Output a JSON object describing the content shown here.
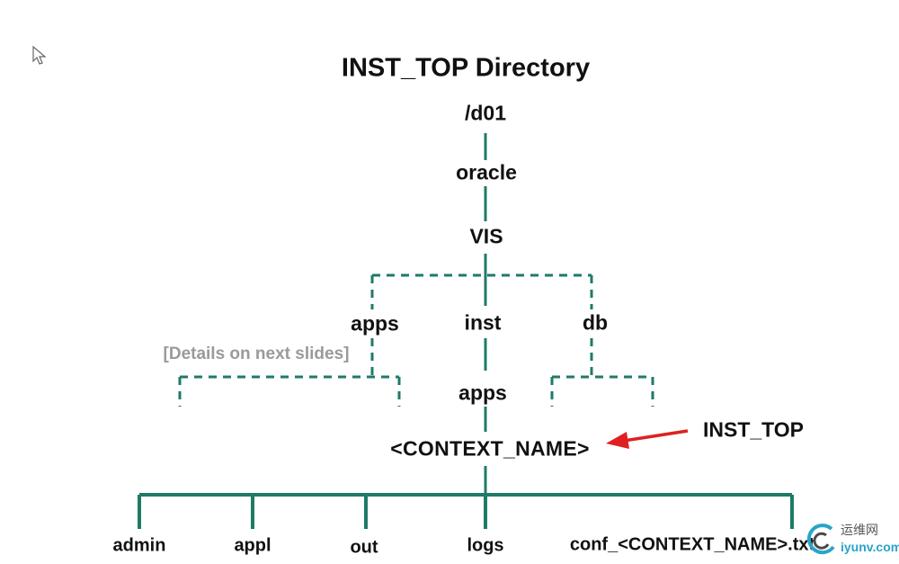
{
  "diagram": {
    "title": "INST_TOP Directory",
    "nodes": {
      "d01": "/d01",
      "oracle": "oracle",
      "vis": "VIS",
      "apps": "apps",
      "inst": "inst",
      "db": "db",
      "inst_apps": "apps",
      "context_name": "<CONTEXT_NAME>"
    },
    "note": "[Details on next slides]",
    "callout": "INST_TOP",
    "leaves": [
      "admin",
      "appl",
      "out",
      "logs",
      "conf_<CONTEXT_NAME>.txt"
    ],
    "colors": {
      "connector": "#1f7a68",
      "callout_arrow": "#e02020",
      "note_text": "#9a9a9a",
      "text": "#111111"
    }
  },
  "watermark": {
    "top": "运维网",
    "bottom": "iyunv.com"
  }
}
